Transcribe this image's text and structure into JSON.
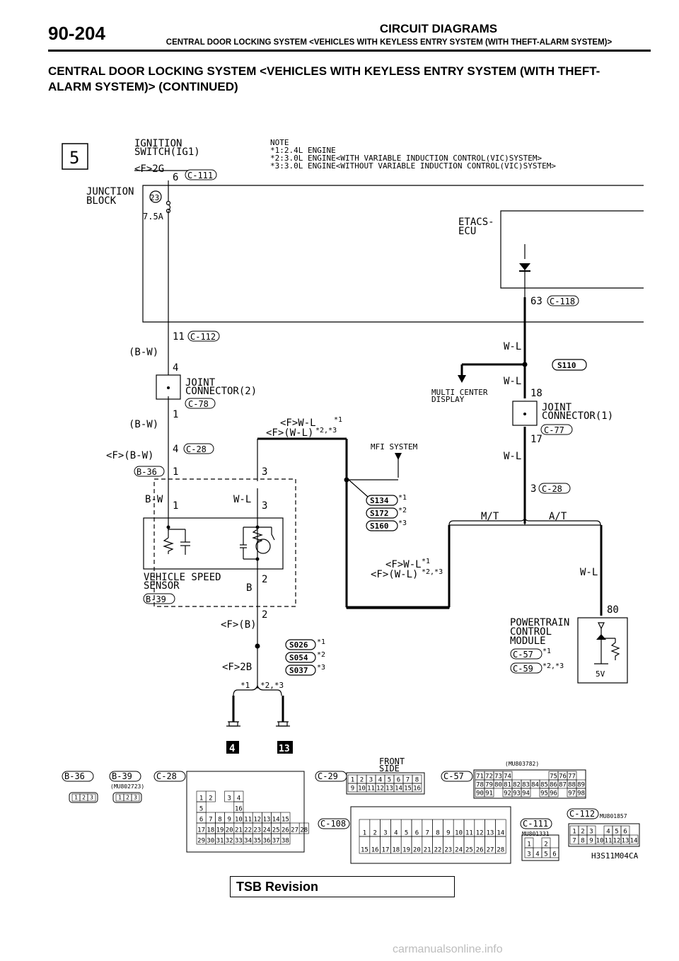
{
  "header": {
    "page_number": "90-204",
    "title": "CIRCUIT DIAGRAMS",
    "subtitle": "CENTRAL DOOR LOCKING SYSTEM <VEHICLES WITH KEYLESS ENTRY SYSTEM (WITH THEFT-ALARM SYSTEM)>"
  },
  "section_title_line1": "CENTRAL DOOR LOCKING SYSTEM <VEHICLES WITH KEYLESS ENTRY SYSTEM (WITH THEFT-",
  "section_title_line2": "ALARM SYSTEM)> (CONTINUED)",
  "diagram": {
    "sheet_marker": "5",
    "ignition_label": [
      "IGNITION",
      "SWITCH(IG1)"
    ],
    "ig_pin": "<F>2G",
    "ig_pin_no": "6",
    "note_lines": [
      "NOTE",
      "*1:2.4L ENGINE",
      "*2:3.0L ENGINE<WITH VARIABLE INDUCTION CONTROL(VIC)SYSTEM>",
      "*3:3.0L ENGINE<WITHOUT VARIABLE INDUCTION CONTROL(VIC)SYSTEM>"
    ],
    "junction_block": [
      "JUNCTION",
      "BLOCK"
    ],
    "fuse_no": "23",
    "fuse_rating": "7.5A",
    "etacs": [
      "ETACS-",
      "ECU"
    ],
    "etacs_pin": "63",
    "jb_pin": "11",
    "wire_bw_1": "(B-W)",
    "jc2_pin_top": "4",
    "jc2_label": [
      "JOINT",
      "CONNECTOR(2)"
    ],
    "jc2_pin_bottom": "1",
    "wire_bw_2": "(B-W)",
    "c28_pin_left": "4",
    "wire_f_bw": "<F>(B-W)",
    "b36_pin": "1",
    "wire_wl_1": "W-L",
    "s110": "S110",
    "wire_wl_2": "W-L",
    "jc1_pin_top": "18",
    "multi_center": [
      "MULTI CENTER",
      "DISPLAY"
    ],
    "jc1_label": [
      "JOINT",
      "CONNECTOR(1)"
    ],
    "jc1_pin_bottom": "17",
    "wire_wl_3": "W-L",
    "c28_pin_right": "3",
    "wire_f_wl_top": "<F>W-L",
    "wire_f_wl_paren_top": "<F>(W-L)",
    "mfi_system": "MFI SYSTEM",
    "vss_pin3_top": "3",
    "vss_pin1_bot": "1",
    "vss_pin3_bot": "3",
    "wire_bw_vss": "B-W",
    "wire_wl_vss": "W-L",
    "splices_top": [
      "S134",
      "S172",
      "S160"
    ],
    "mt_label": "M/T",
    "at_label": "A/T",
    "vss_label": [
      "VEHICLE SPEED",
      "SENSOR"
    ],
    "vss_pin2": "2",
    "wire_b": "B",
    "wire_f_wl_bot": "<F>W-L",
    "wire_f_wl_paren_bot": "<F>(W-L)",
    "wire_wl_pcm": "W-L",
    "pin_2_lower": "2",
    "wire_f_b": "<F>(B)",
    "pcm_pin": "80",
    "pcm_label": [
      "POWERTRAIN",
      "CONTROL",
      "MODULE"
    ],
    "splices_bot": [
      "S026",
      "S054",
      "S037"
    ],
    "wire_f_2b": "<F>2B",
    "pcm_5v": "5V",
    "ground_notes": [
      "*1",
      "*2,*3"
    ],
    "ground_refs": [
      "4",
      "13"
    ],
    "star1": "*1",
    "star2": "*2",
    "star3": "*3",
    "star23": "*2,*3",
    "figure_code": "H3S11M04CA"
  },
  "connectors": {
    "c111_ref": "C-111",
    "c118_ref": "C-118",
    "c112_ref": "C-112",
    "c78_ref": "C-78",
    "c28_ref": "C-28",
    "b36_ref": "B-36",
    "c77_ref": "C-77",
    "b39_ref": "B-39",
    "c57_ref": "C-57",
    "c59_ref": "C-59",
    "c29_ref": "C-29",
    "c108_ref": "C-108",
    "mu_b39": "(MU802723)",
    "mu_c57": "(MU803782)",
    "mu_c111": "MU801331",
    "mu_c112": "MU801857",
    "front_side": [
      "FRONT",
      "SIDE"
    ],
    "b36_pins": [
      "1",
      "2",
      "3"
    ],
    "b39_pins": [
      "1",
      "2",
      "3"
    ],
    "c28_rows": [
      [
        "1",
        "2",
        "",
        "3",
        "4"
      ],
      [
        "5",
        "",
        "",
        "",
        "16"
      ],
      [
        "6",
        "7",
        "8",
        "9",
        "10",
        "11",
        "12",
        "13",
        "14",
        "15"
      ],
      [
        "17",
        "18",
        "19",
        "20",
        "21",
        "22",
        "23",
        "24",
        "25",
        "26",
        "27",
        "28"
      ],
      [
        "29",
        "30",
        "31",
        "32",
        "33",
        "34",
        "35",
        "36",
        "37",
        "38"
      ]
    ],
    "c29_rows": [
      [
        "1",
        "2",
        "3",
        "4",
        "5",
        "6",
        "7",
        "8"
      ],
      [
        "9",
        "10",
        "11",
        "12",
        "13",
        "14",
        "15",
        "16"
      ]
    ],
    "c57_rows": [
      [
        "71",
        "72",
        "73",
        "74",
        "",
        "",
        "",
        "",
        "75",
        "76",
        "77"
      ],
      [
        "78",
        "79",
        "80",
        "81",
        "82",
        "83",
        "84",
        "85",
        "86",
        "87",
        "88",
        "89"
      ],
      [
        "90",
        "91",
        "",
        "92",
        "93",
        "94",
        "",
        "95",
        "96",
        "",
        "97",
        "98"
      ]
    ],
    "c108_rows": [
      [
        "1",
        "2",
        "3",
        "4",
        "5",
        "6",
        "7",
        "8",
        "9",
        "10",
        "11",
        "12",
        "13",
        "14"
      ],
      [
        "15",
        "16",
        "17",
        "18",
        "19",
        "20",
        "21",
        "22",
        "23",
        "24",
        "25",
        "26",
        "27",
        "28"
      ]
    ],
    "c111_rows": [
      [
        "1",
        "",
        "2"
      ],
      [
        "3",
        "4",
        "5",
        "6"
      ]
    ],
    "c112_rows": [
      [
        "1",
        "2",
        "3",
        "",
        "4",
        "5",
        "6"
      ],
      [
        "7",
        "8",
        "9",
        "10",
        "11",
        "12",
        "13",
        "14"
      ]
    ]
  },
  "footer": {
    "tsb_revision": "TSB Revision",
    "watermark": "carmanualsonline.info"
  }
}
